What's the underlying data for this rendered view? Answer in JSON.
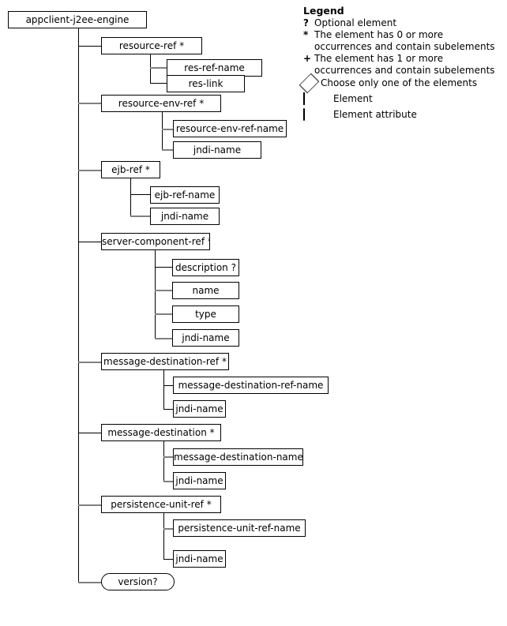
{
  "diagram": {
    "title": "appclient-j2ee-engine",
    "root": {
      "label": "appclient-j2ee-engine",
      "kind": "element"
    },
    "nodes": [
      {
        "id": "resource-ref",
        "label": "resource-ref *",
        "level": 2,
        "kind": "element"
      },
      {
        "id": "res-ref-name",
        "label": "res-ref-name",
        "level": 3,
        "kind": "element"
      },
      {
        "id": "res-link",
        "label": "res-link",
        "level": 3,
        "kind": "element"
      },
      {
        "id": "resource-env-ref",
        "label": "resource-env-ref *",
        "level": 2,
        "kind": "element"
      },
      {
        "id": "resource-env-ref-name",
        "label": "resource-env-ref-name",
        "level": 3,
        "kind": "element"
      },
      {
        "id": "resource-env-ref-jndi-name",
        "label": "jndi-name",
        "level": 3,
        "kind": "element"
      },
      {
        "id": "ejb-ref",
        "label": "ejb-ref *",
        "level": 2,
        "kind": "element"
      },
      {
        "id": "ejb-ref-name",
        "label": "ejb-ref-name",
        "level": 3,
        "kind": "element"
      },
      {
        "id": "ejb-ref-jndi-name",
        "label": "jndi-name",
        "level": 3,
        "kind": "element"
      },
      {
        "id": "server-component-ref",
        "label": "server-component-ref *",
        "level": 2,
        "kind": "element"
      },
      {
        "id": "description",
        "label": "description ?",
        "level": 3,
        "kind": "element"
      },
      {
        "id": "name",
        "label": "name",
        "level": 3,
        "kind": "element"
      },
      {
        "id": "type",
        "label": "type",
        "level": 3,
        "kind": "element"
      },
      {
        "id": "server-component-ref-jndi-name",
        "label": "jndi-name",
        "level": 3,
        "kind": "element"
      },
      {
        "id": "message-destination-ref",
        "label": "message-destination-ref *",
        "level": 2,
        "kind": "element"
      },
      {
        "id": "message-destination-ref-name",
        "label": "message-destination-ref-name",
        "level": 3,
        "kind": "element"
      },
      {
        "id": "mdr-jndi-name",
        "label": "jndi-name",
        "level": 3,
        "kind": "element"
      },
      {
        "id": "message-destination",
        "label": "message-destination *",
        "level": 2,
        "kind": "element"
      },
      {
        "id": "message-destination-name",
        "label": "message-destination-name",
        "level": 3,
        "kind": "element"
      },
      {
        "id": "md-jndi-name",
        "label": "jndi-name",
        "level": 3,
        "kind": "element"
      },
      {
        "id": "persistence-unit-ref",
        "label": "persistence-unit-ref *",
        "level": 2,
        "kind": "element"
      },
      {
        "id": "persistence-unit-ref-name",
        "label": "persistence-unit-ref-name",
        "level": 3,
        "kind": "element"
      },
      {
        "id": "pur-jndi-name",
        "label": "jndi-name",
        "level": 3,
        "kind": "element"
      },
      {
        "id": "version",
        "label": "version?",
        "level": 2,
        "kind": "attribute"
      }
    ]
  },
  "legend": {
    "title": "Legend",
    "entries": [
      {
        "symbol": "?",
        "text": "Optional element"
      },
      {
        "symbol": "*",
        "text": "The element has 0 or more occurrences and contain subelements"
      },
      {
        "symbol": "+",
        "text": "The element has 1 or more occurrences and contain subelements"
      }
    ],
    "choice": {
      "shape": "diamond",
      "text": "Choose only one of the elements"
    },
    "shapes": [
      {
        "shape": "rect",
        "text": "Element"
      },
      {
        "shape": "round",
        "text": "Element attribute"
      }
    ]
  }
}
